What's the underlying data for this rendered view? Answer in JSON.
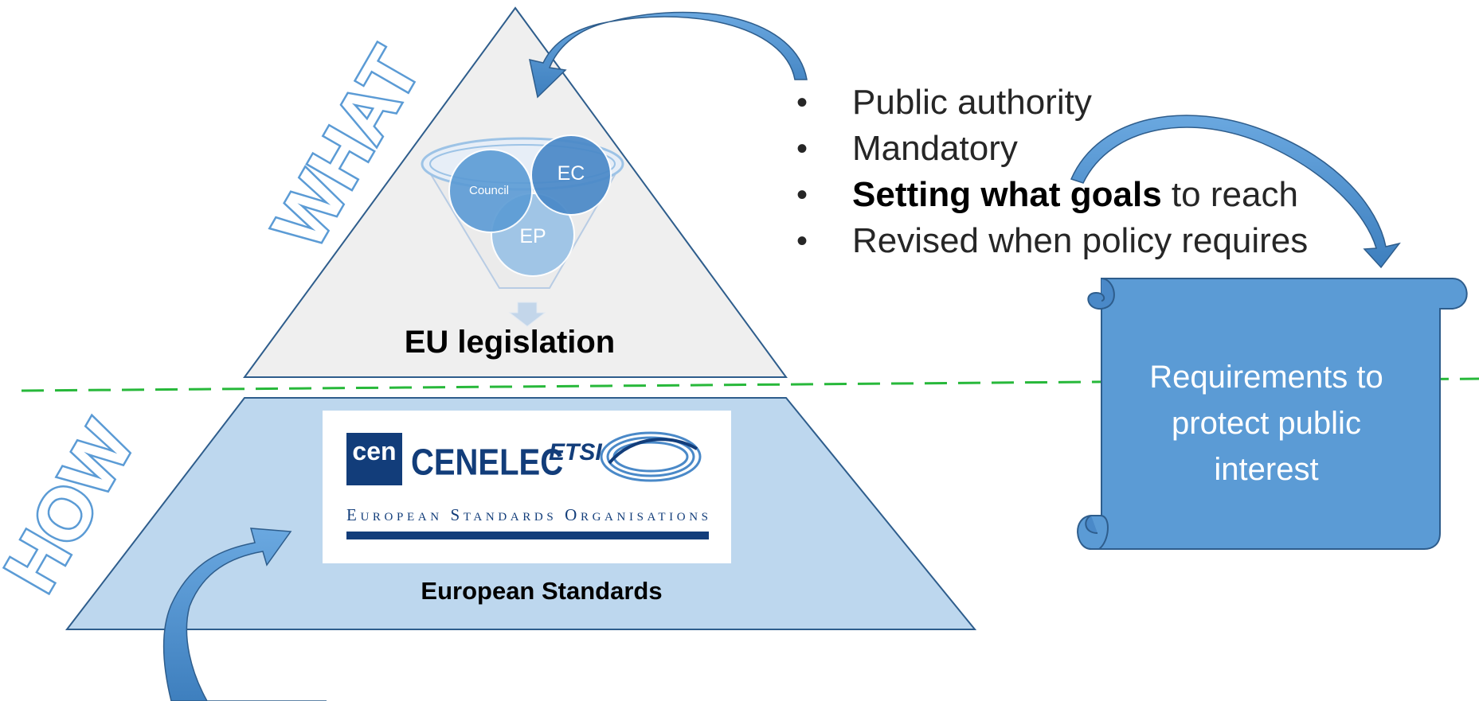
{
  "layers": {
    "top_label": "WHAT",
    "bottom_label": "HOW"
  },
  "funnel": {
    "circle_council": "Council",
    "circle_ec": "EC",
    "circle_ep": "EP"
  },
  "top_caption": "EU legislation",
  "bottom_caption": "European Standards",
  "logos": {
    "cen": "cen",
    "cenelec": "CENELEC",
    "etsi": "ETSI",
    "tagline": "European Standards Organisations"
  },
  "bullets": [
    {
      "bold": "",
      "text": "Public authority"
    },
    {
      "bold": "",
      "text": "Mandatory"
    },
    {
      "bold": "Setting what goals",
      "text": " to reach"
    },
    {
      "bold": "",
      "text": "Revised when policy requires"
    }
  ],
  "scroll": {
    "line1": "Requirements to",
    "line2": "protect public",
    "line3": "interest"
  },
  "colors": {
    "top_triangle": "#efefef",
    "bottom_triangle": "#bdd7ee",
    "triangle_stroke": "#2e5d8c",
    "arrow_fill": "#5b9bd5",
    "arrow_dark": "#2e6aa7",
    "divider": "#27b83a",
    "scroll_fill": "#5b9bd5",
    "logo_navy": "#123d7a"
  }
}
